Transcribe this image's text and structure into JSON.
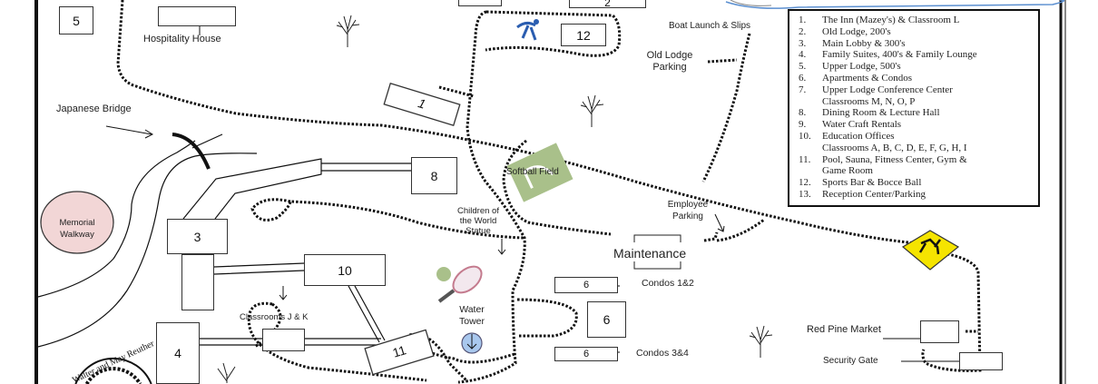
{
  "buildings": {
    "b1": "1",
    "b2": "2",
    "b3": "3",
    "b4": "4",
    "b5": "5",
    "b6a": "6",
    "b6b": "6",
    "b6c": "6",
    "b8": "8",
    "b10": "10",
    "b11": "11",
    "b12": "12"
  },
  "labels": {
    "hospitality_house": "Hospitality House",
    "japanese_bridge": "Japanese Bridge",
    "memorial_walkway_1": "Memorial",
    "memorial_walkway_2": "Walkway",
    "classrooms_jk": "Classrooms J & K",
    "softball_field": "Softball Field",
    "statue_1": "Children of",
    "statue_2": "the World",
    "statue_3": "Statue",
    "water_tower_1": "Water",
    "water_tower_2": "Tower",
    "maintenance": "Maintenance",
    "employee_parking_1": "Employee",
    "employee_parking_2": "Parking",
    "old_lodge_parking_1": "Old Lodge",
    "old_lodge_parking_2": "Parking",
    "boat_launch": "Boat Launch & Slips",
    "condos_12": "Condos 1&2",
    "condos_34": "Condos 3&4",
    "red_pine_market": "Red Pine Market",
    "security_gate": "Security Gate"
  },
  "logo_text": "Walter and May Reuther Black Lake",
  "legend": [
    {
      "n": "1.",
      "lines": [
        "The Inn (Mazey's) & Classroom L"
      ]
    },
    {
      "n": "2.",
      "lines": [
        "Old Lodge, 200's"
      ]
    },
    {
      "n": "3.",
      "lines": [
        "Main Lobby & 300's"
      ]
    },
    {
      "n": "4.",
      "lines": [
        "Family Suites, 400's & Family Lounge"
      ]
    },
    {
      "n": "5.",
      "lines": [
        "Upper Lodge, 500's"
      ]
    },
    {
      "n": "6.",
      "lines": [
        "Apartments & Condos"
      ]
    },
    {
      "n": "7.",
      "lines": [
        "Upper Lodge Conference Center",
        "Classrooms M, N, O, P"
      ]
    },
    {
      "n": "8.",
      "lines": [
        "Dining Room & Lecture Hall"
      ]
    },
    {
      "n": "9.",
      "lines": [
        "Water Craft Rentals"
      ]
    },
    {
      "n": "10.",
      "lines": [
        "Education Offices",
        "Classrooms A, B, C, D, E, F, G, H, I"
      ]
    },
    {
      "n": "11.",
      "lines": [
        "Pool, Sauna, Fitness Center, Gym &",
        "Game Room"
      ]
    },
    {
      "n": "12.",
      "lines": [
        "Sports Bar & Bocce Ball"
      ]
    },
    {
      "n": "13.",
      "lines": [
        "Reception Center/Parking"
      ]
    }
  ],
  "colors": {
    "walkway": "#f2d6d6",
    "softball": "#a9c08a",
    "deer_sign": "#f5e400",
    "water_tower": "#a9c8ee",
    "lake": "#5b8fd0"
  }
}
